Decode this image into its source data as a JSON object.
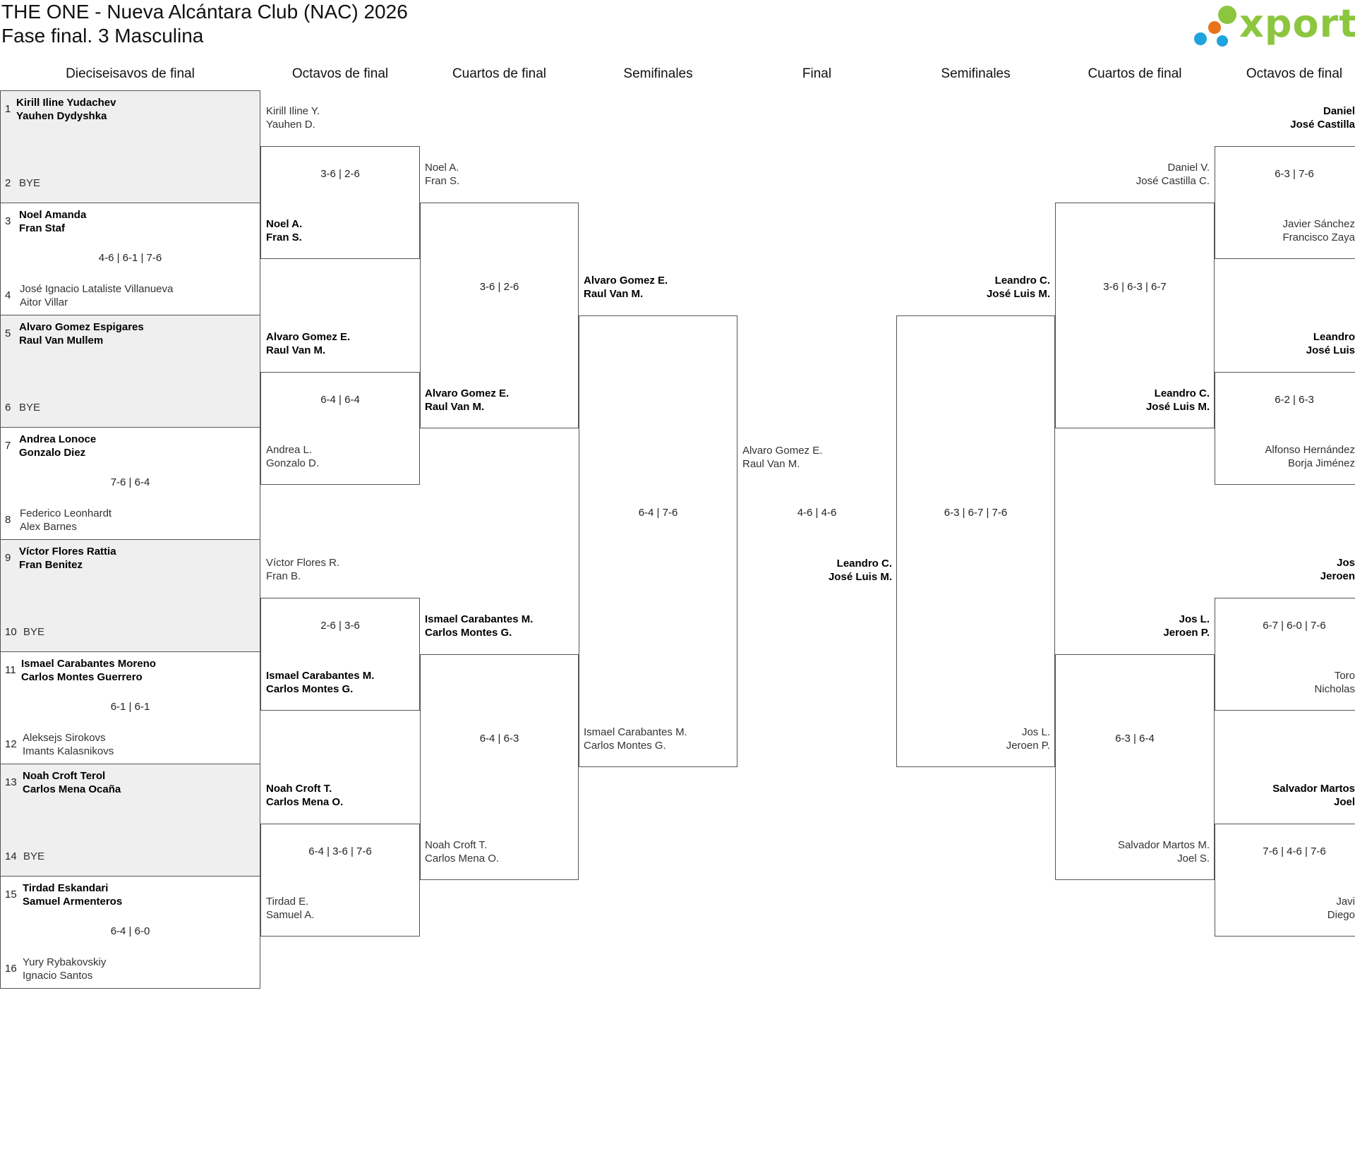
{
  "header": {
    "title_line1": "THE ONE - Nueva Alcántara Club (NAC) 2026",
    "title_line2": "Fase final. 3 Masculina",
    "logo_text": "xporty",
    "logo_colors": [
      "#8cc63f",
      "#e8731a",
      "#1fa3dc"
    ]
  },
  "columns": [
    "Dieciseisavos de final",
    "Octavos de final",
    "Cuartos de final",
    "Semifinales",
    "Final",
    "Semifinales",
    "Cuartos de final",
    "Octavos de final"
  ],
  "r32": [
    {
      "n1": "1",
      "p1a": "Kirill Iline Yudachev",
      "p1b": "Yauhen Dydyshka",
      "n2": "2",
      "p2a": "BYE",
      "p2b": "",
      "score": ""
    },
    {
      "n1": "3",
      "p1a": "Noel Amanda",
      "p1b": "Fran Staf",
      "n2": "4",
      "p2a": "José Ignacio Lataliste Villanueva",
      "p2b": "Aitor Villar",
      "score": "4-6 | 6-1 | 7-6"
    },
    {
      "n1": "5",
      "p1a": "Alvaro Gomez Espigares",
      "p1b": "Raul Van Mullem",
      "n2": "6",
      "p2a": "BYE",
      "p2b": "",
      "score": ""
    },
    {
      "n1": "7",
      "p1a": "Andrea Lonoce",
      "p1b": "Gonzalo Diez",
      "n2": "8",
      "p2a": "Federico Leonhardt",
      "p2b": "Alex Barnes",
      "score": "7-6 | 6-4"
    },
    {
      "n1": "9",
      "p1a": "Víctor Flores Rattia",
      "p1b": "Fran Benitez",
      "n2": "10",
      "p2a": "BYE",
      "p2b": "",
      "score": ""
    },
    {
      "n1": "11",
      "p1a": "Ismael Carabantes Moreno",
      "p1b": "Carlos Montes Guerrero",
      "n2": "12",
      "p2a": "Aleksejs Sirokovs",
      "p2b": "Imants Kalasnikovs",
      "score": "6-1 | 6-1"
    },
    {
      "n1": "13",
      "p1a": "Noah Croft Terol",
      "p1b": "Carlos Mena Ocaña",
      "n2": "14",
      "p2a": "BYE",
      "p2b": "",
      "score": ""
    },
    {
      "n1": "15",
      "p1a": "Tirdad Eskandari",
      "p1b": "Samuel Armenteros",
      "n2": "16",
      "p2a": "Yury Rybakovskiy",
      "p2b": "Ignacio Santos",
      "score": "6-4 | 6-0"
    }
  ],
  "left_r16": [
    {
      "a1": "Kirill Iline Y.",
      "a2": "Yauhen D.",
      "b1": "Noel A.",
      "b2": "Fran S.",
      "score": "3-6 | 2-6"
    },
    {
      "a1": "Alvaro Gomez E.",
      "a2": "Raul Van M.",
      "b1": "Andrea L.",
      "b2": "Gonzalo D.",
      "score": "6-4 | 6-4"
    },
    {
      "a1": "Víctor Flores R.",
      "a2": "Fran B.",
      "b1": "Ismael Carabantes M.",
      "b2": "Carlos Montes G.",
      "score": "2-6 | 3-6"
    },
    {
      "a1": "Noah Croft T.",
      "a2": "Carlos Mena O.",
      "b1": "Tirdad E.",
      "b2": "Samuel A.",
      "score": "6-4 | 3-6 | 7-6"
    }
  ],
  "left_qf": [
    {
      "a1": "Noel A.",
      "a2": "Fran S.",
      "b1": "Alvaro Gomez E.",
      "b2": "Raul Van M.",
      "score": "3-6 | 2-6"
    },
    {
      "a1": "Ismael Carabantes M.",
      "a2": "Carlos Montes G.",
      "b1": "Noah Croft T.",
      "b2": "Carlos Mena O.",
      "score": "6-4 | 6-3"
    }
  ],
  "left_sf": {
    "a1": "Alvaro Gomez E.",
    "a2": "Raul Van M.",
    "b1": "Ismael Carabantes M.",
    "b2": "Carlos Montes G.",
    "score": "6-4 | 7-6"
  },
  "final": {
    "a1": "Alvaro Gomez E.",
    "a2": "Raul Van M.",
    "b1": "Leandro C.",
    "b2": "José Luis M.",
    "score": "4-6 | 4-6"
  },
  "right_sf": {
    "a1": "Leandro C.",
    "a2": "José Luis M.",
    "b1": "Jos L.",
    "b2": "Jeroen P.",
    "score": "6-3 | 6-7 | 7-6"
  },
  "right_qf": [
    {
      "a1": "Daniel V.",
      "a2": "José Castilla C.",
      "b1": "Leandro C.",
      "b2": "José Luis M.",
      "score": "3-6 | 6-3 | 6-7"
    },
    {
      "a1": "Jos L.",
      "a2": "Jeroen P.",
      "b1": "Salvador Martos M.",
      "b2": "Joel S.",
      "score": "6-3 | 6-4"
    }
  ],
  "right_r16": [
    {
      "a1": "Daniel",
      "a2": "José Castilla",
      "b1": "Javier Sánchez",
      "b2": "Francisco Zaya",
      "score": "6-3 | 7-6"
    },
    {
      "a1": "Leandro",
      "a2": "José Luis",
      "b1": "Alfonso Hernández",
      "b2": "Borja Jiménez",
      "score": "6-2 | 6-3"
    },
    {
      "a1": "Jos",
      "a2": "Jeroen",
      "b1": "Toro",
      "b2": "Nicholas",
      "score": "6-7 | 6-0 | 7-6"
    },
    {
      "a1": "Salvador Martos",
      "a2": "Joel",
      "b1": "Javi",
      "b2": "Diego",
      "score": "7-6 | 4-6 | 7-6"
    }
  ]
}
